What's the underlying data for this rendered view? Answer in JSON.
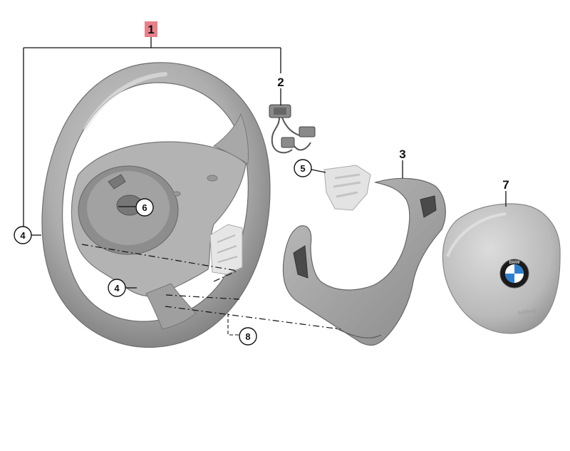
{
  "callouts": {
    "c1": "1",
    "c2": "2",
    "c3": "3",
    "c4a": "4",
    "c4b": "4",
    "c5": "5",
    "c6": "6",
    "c7": "7",
    "c8": "8"
  },
  "airbag": {
    "logo_text": "BMW",
    "emboss_text": "AIRBAG"
  },
  "colors": {
    "callout_highlight": "#e8808a",
    "part_gray": "#a9a9a9",
    "part_gray_light": "#cdcdcd",
    "trim_dark": "#8e8e8e",
    "bmw_blue": "#2f7fd0"
  }
}
